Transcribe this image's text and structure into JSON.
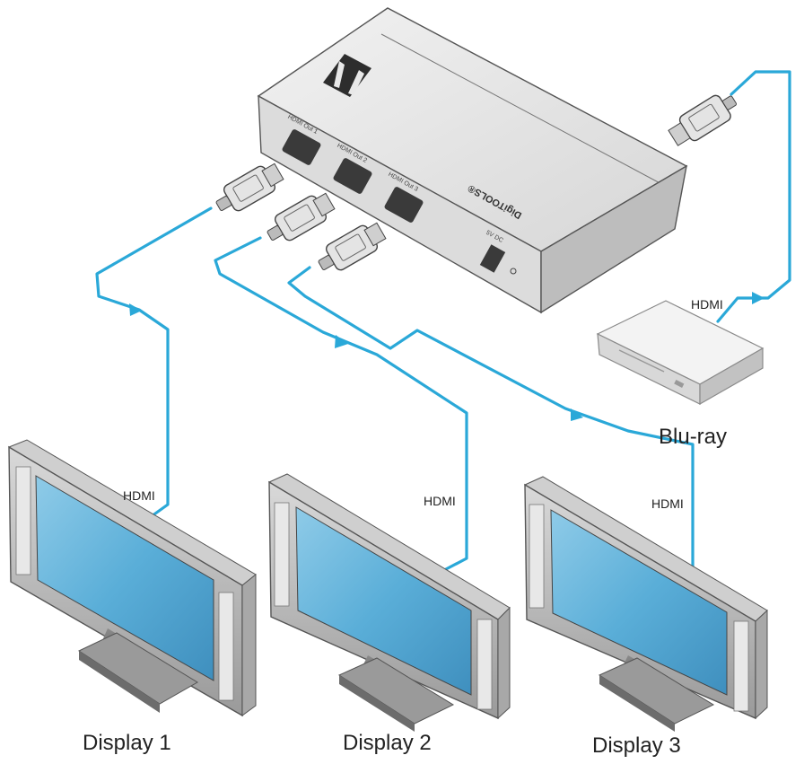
{
  "colors": {
    "cable": "#2aa8d8",
    "screen": "#5aaed8",
    "device_body": "#e6e6e6"
  },
  "splitter": {
    "brand": "DigiTOOLS®",
    "ports": [
      "HDMI Out 1",
      "HDMI Out 2",
      "HDMI Out 3"
    ],
    "power_label": "5V DC"
  },
  "source": {
    "label": "Blu-ray",
    "cable_label": "HDMI"
  },
  "displays": [
    {
      "label": "Display 1",
      "cable_label": "HDMI"
    },
    {
      "label": "Display 2",
      "cable_label": "HDMI"
    },
    {
      "label": "Display 3",
      "cable_label": "HDMI"
    }
  ]
}
